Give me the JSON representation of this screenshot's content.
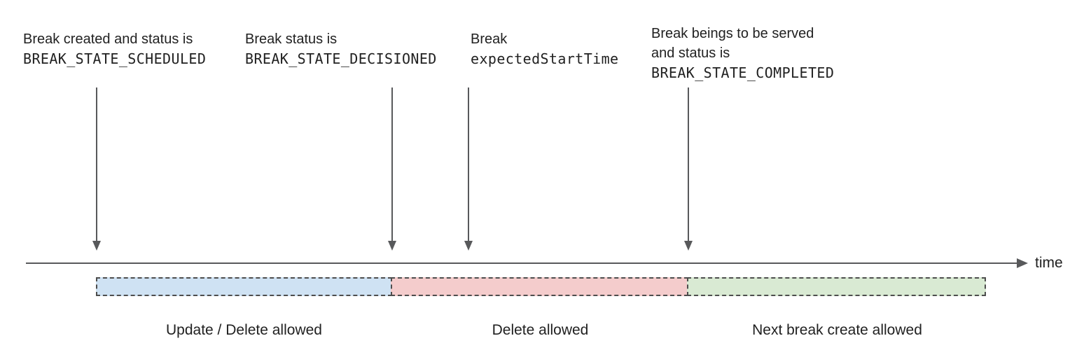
{
  "diagram": {
    "annotations": [
      {
        "line1": "Break created and status is",
        "code": "BREAK_STATE_SCHEDULED"
      },
      {
        "line1": "Break status is",
        "code": "BREAK_STATE_DECISIONED"
      },
      {
        "line1": "Break",
        "code": "expectedStartTime"
      },
      {
        "line1": "Break beings to be served",
        "line2": "and status is",
        "code": "BREAK_STATE_COMPLETED"
      }
    ],
    "timeline": {
      "axis_label": "time"
    },
    "segments": [
      {
        "label": "Update / Delete allowed",
        "fill": "#cfe2f3"
      },
      {
        "label": "Delete allowed",
        "fill": "#f4cccc"
      },
      {
        "label": "Next break create allowed",
        "fill": "#d9ead3"
      }
    ],
    "colors": {
      "text": "#212121",
      "arrow_and_axis": "#58595b",
      "dashed_border": "#4d4d4d",
      "segment_blue": "#cfe2f3",
      "segment_red": "#f4cccc",
      "segment_green": "#d9ead3"
    }
  }
}
